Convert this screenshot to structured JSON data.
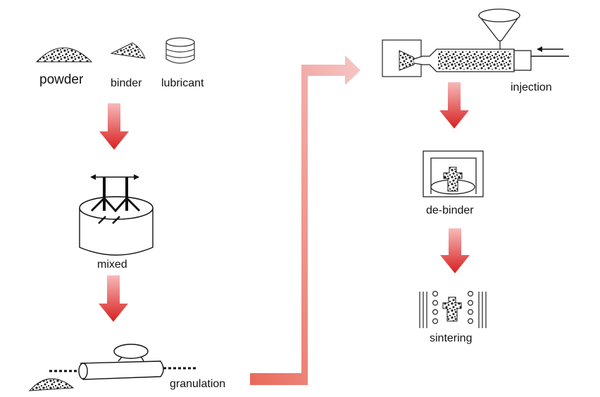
{
  "labels": {
    "powder": "powder",
    "binder": "binder",
    "lubricant": "lubricant",
    "mixed": "mixed",
    "granulation": "granulation",
    "injection": "injection",
    "debinder": "de-binder",
    "sintering": "sintering"
  },
  "colors": {
    "arrow_top": "#f7b9b9",
    "arrow_bottom": "#d81f1f",
    "connector_start": "#e86a5a",
    "connector_end": "#f6c7c7",
    "line": "#111111",
    "speckle": "#1a1a1a"
  },
  "icons": [
    "powder-pile-icon",
    "binder-pile-icon",
    "lubricant-can-icon",
    "mixer-icon",
    "granulator-icon",
    "injection-machine-icon",
    "debinder-oven-icon",
    "sintering-furnace-icon"
  ]
}
